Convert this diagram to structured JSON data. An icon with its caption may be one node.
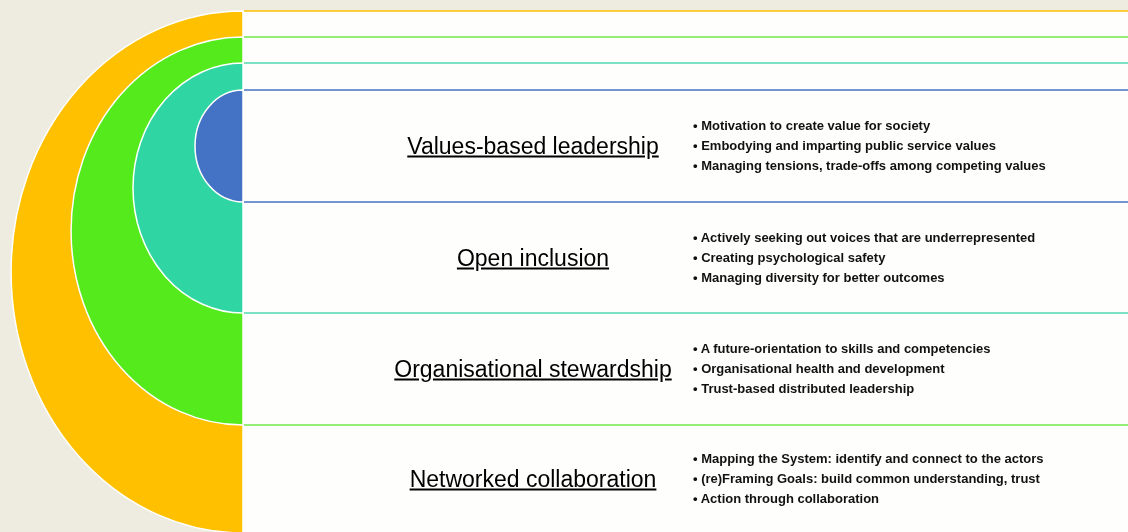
{
  "diagram": {
    "nodes": [
      {
        "text": [
          "Values-based leadership",
          "• Motivation to create value for society",
          "• Embodying and imparting public service values",
          "• Managing tensions, trade-offs among competing values"
        ]
      },
      {
        "text": [
          "Open inclusion",
          "• Actively seeking out voices that are underrepresented",
          "• Creating psychological safety",
          "• Managing diversity for better outcomes"
        ]
      },
      {
        "text": [
          "Organisational stewardship",
          "• A future-orientation to skills and competencies",
          "• Organisational health and development",
          "• Trust-based distributed leadership"
        ]
      },
      {
        "text": [
          "Networked collaboration",
          "• Mapping the System: identify and connect to the actors",
          "• (re)Framing Goals: build common understanding, trust",
          "• Action through collaboration"
        ]
      }
    ]
  }
}
